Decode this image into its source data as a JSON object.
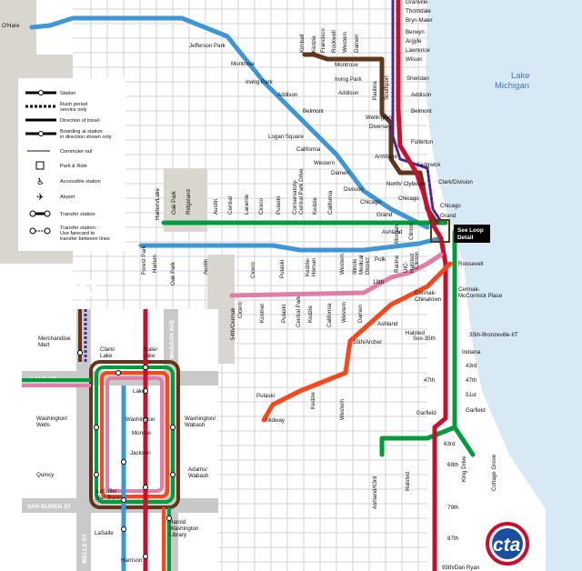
{
  "lake_label": [
    "Lake",
    "Michigan"
  ],
  "loop_title": "Loop",
  "see_loop_detail": [
    "See Loop",
    "Detail"
  ],
  "cta_logo": "cta",
  "colors": {
    "blue": "#3f96d6",
    "red": "#c8102e",
    "brown": "#62361b",
    "green": "#009b3a",
    "orange": "#f9461c",
    "pink": "#e27ea6",
    "purple": "#522398",
    "yellow": "#f9e300",
    "land": "#d9d6cf",
    "water": "#d7e9f5",
    "grid": "#c9c9c9"
  },
  "legend": [
    {
      "icon": "station-icon",
      "text": [
        "Station"
      ]
    },
    {
      "icon": "rush-period-icon",
      "text": [
        "Rush period",
        "service only"
      ]
    },
    {
      "icon": "direction-of-travel-icon",
      "text": [
        "Direction of travel"
      ]
    },
    {
      "icon": "boarding-at-station-icon",
      "text": [
        "Boarding at station",
        "in direction shown only"
      ]
    },
    {
      "icon": "commuter-rail-icon",
      "text": [
        "Commuter rail"
      ]
    },
    {
      "icon": "park-and-ride-icon",
      "text": [
        "Park & Ride"
      ]
    },
    {
      "icon": "accessible-station-icon",
      "text": [
        "Accessible station"
      ]
    },
    {
      "icon": "airport-icon",
      "text": [
        "Airport"
      ]
    },
    {
      "icon": "transfer-station-icon",
      "text": [
        "Transfer station"
      ]
    },
    {
      "icon": "transfer-station-outside-icon",
      "text": [
        "Transfer station:",
        "Use farecard to",
        "transfer between lines"
      ]
    }
  ],
  "stations": {
    "ohare": "O'Hare",
    "jefferson_park": "Jefferson Park",
    "montrose_blue": "Montrose",
    "irving_park_blue": "Irving Park",
    "addison_blue": "Addison",
    "belmont_blue": "Belmont",
    "logan_square": "Logan Square",
    "california_blue": "California",
    "western_blue": "Western",
    "damen_blue": "Damen",
    "division_blue": "Division",
    "chicago_blue": "Chicago",
    "grand_blue": "Grand",
    "kimball": "Kimball",
    "kedzie_brown": "Kedzie",
    "francisco": "Francisco",
    "rockwell": "Rockwell",
    "western_brown": "Western",
    "damen_brown": "Damen",
    "montrose_brown": "Montrose",
    "irving_park_brown": "Irving Park",
    "addison_brown": "Addison",
    "paulina": "Paulina",
    "southport": "Southport",
    "wellington": "Wellington",
    "diversey": "Diversey",
    "armitage": "Armitage",
    "sedgwick": "Sedgwick",
    "north_clybourn": [
      "North/",
      "Clybourn"
    ],
    "chicago_brown": "Chicago",
    "chicago_red": "Chicago",
    "clark_division": "Clark/Division",
    "grand_red": "Grand",
    "granville": "Granville",
    "thorndale": "Thorndale",
    "bryn_mawr": "Bryn Mawr",
    "berwyn": "Berwyn",
    "argyle": "Argyle",
    "lawrence": "Lawrence",
    "wilson": "Wilson",
    "sheridan": "Sheridan",
    "addison_red": "Addison",
    "belmont_red": "Belmont",
    "fullerton": "Fullerton",
    "harlem_lake": "Harlem/Lake",
    "oak_park_green": "Oak Park",
    "ridgeland": "Ridgeland",
    "austin_green": "Austin",
    "central_green": "Central",
    "laramie": "Laramie",
    "cicero_green": "Cicero",
    "pulaski_green": "Pulaski",
    "conservatory": [
      "Conservatory-",
      "Central Park Drive"
    ],
    "kedzie_green": "Kedzie",
    "california_green": "California",
    "ashland_lake": "Ashland",
    "morgan": "Morgan",
    "clinton_green": "Clinton",
    "forest_park": "Forest Park",
    "harlem_blue": "Harlem",
    "oak_park_blue": "Oak Park",
    "austin_blue": "Austin",
    "cicero_blue": "Cicero",
    "pulaski_blue": "Pulaski",
    "kedzie_homan": [
      "Kedzie-",
      "Homan"
    ],
    "western_blue2": "Western",
    "illinois_medical": [
      "Illinois",
      "Medical",
      "District"
    ],
    "racine": "Racine",
    "uic_halsted": [
      "UIC-",
      "Halsted"
    ],
    "clinton_blue": "Clinton",
    "polk": "Polk",
    "roosevelt": "Roosevelt",
    "cicero_pink": "Cicero",
    "54th_cermak": "54th/Cermak",
    "kostner": "Kostner",
    "pulaski_pink": "Pulaski",
    "central_park": "Central Park",
    "kedzie_pink": "Kedzie",
    "california_pink": "California",
    "western_pink": "Western",
    "damen_pink": "Damen",
    "18th": "18th",
    "ashland_pink": "Ashland",
    "cermak_chinatown": [
      "Cermak-",
      "Chinatown"
    ],
    "halsted_orange": "Halsted",
    "35th_archer": "35th/Archer",
    "western_orange": "Western",
    "kedzie_orange": "Kedzie",
    "pulaski_orange": "Pulaski",
    "midway": "Midway",
    "cermak_mccormick": [
      "Cermak-",
      "McCormick Place"
    ],
    "sox_35th": "Sox-35th",
    "35th_bronzeville": "35th-Bronzeville-IIT",
    "indiana": "Indiana",
    "43rd": "43rd",
    "47th_green": "47th",
    "47th_red": "47th",
    "51st": "51st",
    "garfield_green": "Garfield",
    "garfield_red": "Garfield",
    "ashland_63rd": "Ashland/63rd",
    "halsted_green": "Halsted",
    "king_drive": "King Drive",
    "cottage_grove": "Cottage Grove",
    "63rd": "63rd",
    "69th": "69th",
    "79th": "79th",
    "87th": "87th",
    "95th_dan_ryan": "95th/Dan Ryan"
  },
  "loop_stations": {
    "merchandise_mart": [
      "Merchandise",
      "Mart"
    ],
    "clark_lake": [
      "Clark/",
      "Lake"
    ],
    "state_lake": [
      "State/",
      "Lake"
    ],
    "lake": "Lake",
    "washington_wells": [
      "Washington/",
      "Wells"
    ],
    "washington": "Washington",
    "washington_wabash": [
      "Washington/",
      "Wabash"
    ],
    "monroe": "Monroe",
    "quincy": "Quincy",
    "jackson": "Jackson",
    "adams_wabash": [
      "Adams/",
      "Wabash"
    ],
    "lasalle_van_buren": [
      "LaSalle/",
      "Van Buren"
    ],
    "lasalle": "LaSalle",
    "harold_washington": [
      "Harold",
      "Washington",
      "Library"
    ],
    "harrison": "Harrison"
  },
  "loop_streets": {
    "lake_st": "LAKE ST",
    "van_buren_st": "VAN BUREN ST",
    "wells_st": "WELLS ST",
    "wabash_ave": "WABASH AVE"
  }
}
